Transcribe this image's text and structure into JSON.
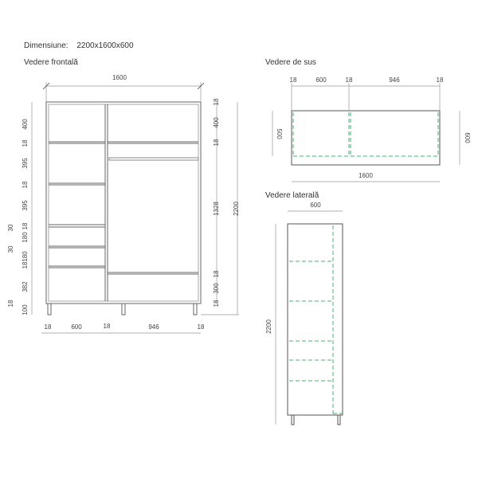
{
  "header": {
    "dimension_label": "Dimensiune:",
    "dimension_value": "2200x1600x600"
  },
  "front_view": {
    "title": "Vedere frontală",
    "width_total": "1600",
    "bottom_dims": [
      "18",
      "600",
      "18",
      "946",
      "18"
    ],
    "left_dims": [
      "400",
      "18",
      "395",
      "18",
      "395",
      "18",
      "180",
      "18",
      "180",
      "382",
      "18",
      "100"
    ],
    "left_drawer_gaps": [
      "30",
      "30"
    ],
    "right_dims": [
      "18",
      "400",
      "18",
      "1328",
      "18",
      "300",
      "18"
    ],
    "height_total": "2200"
  },
  "top_view": {
    "title": "Vedere de sus",
    "top_dims": [
      "18",
      "600",
      "18",
      "946",
      "18"
    ],
    "left_depth": "500",
    "right_depth": "600",
    "width_total": "1600"
  },
  "side_view": {
    "title": "Vedere laterală",
    "depth": "600",
    "height": "2200"
  },
  "colors": {
    "line": "#555555",
    "dim_line": "#999999",
    "hidden_line": "#3cb371"
  }
}
